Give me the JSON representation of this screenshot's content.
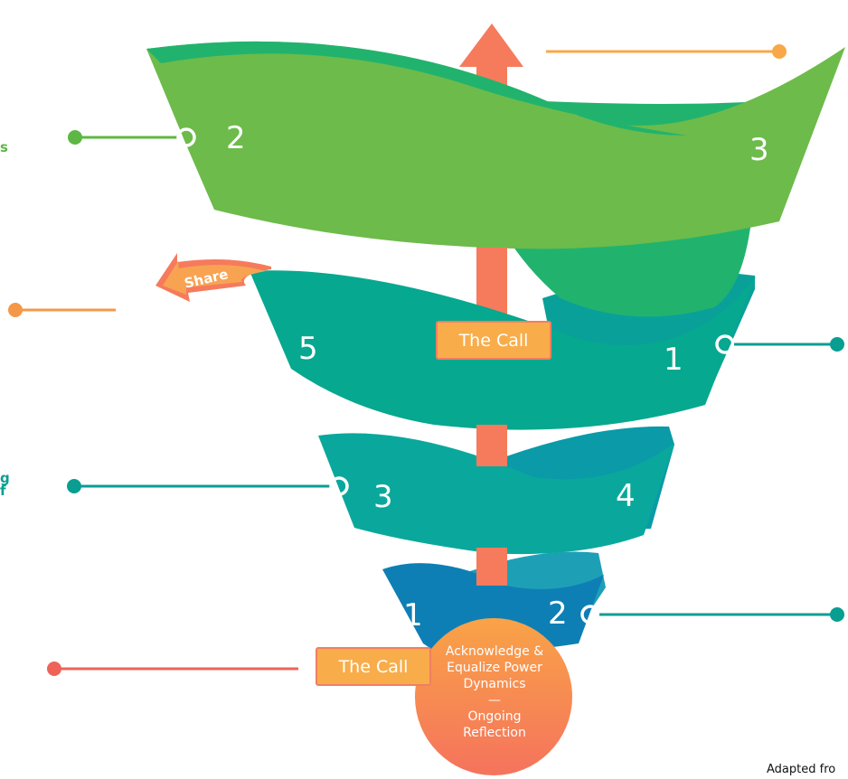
{
  "colors": {
    "tier1_front": "#6dbb4b",
    "tier1_back": "#21b36e",
    "tier2_front": "#06a88f",
    "tier2_back": "#0aa09a",
    "tier3_front": "#0aa89c",
    "tier3_back": "#0a9aa8",
    "tier4_front": "#0e7fb5",
    "tier4_back": "#1da0b6",
    "spine": "#f57b5c",
    "call_fill": "#f8ad4a",
    "call_border": "#f07e63",
    "circle_top": "#f9a347",
    "circle_bottom": "#f5735d",
    "green_pin": "#5cb843",
    "orange_pin": "#f49848",
    "teal_pin": "#089f92",
    "coral_pin": "#ee6358"
  },
  "tier1": {
    "left_number": "2",
    "right_number": "3"
  },
  "tier2": {
    "left_number": "5",
    "right_number": "1"
  },
  "tier3": {
    "left_number": "3",
    "right_number": "4"
  },
  "tier4": {
    "left_number": "1",
    "right_number": "2"
  },
  "share_label": "Share",
  "call_upper": "The Call",
  "call_lower": "The Call",
  "center_circle": {
    "line1": "Acknowledge &",
    "line2": "Equalize Power",
    "line3": "Dynamics",
    "line4": "—",
    "line5": "Ongoing",
    "line6": "Reflection"
  },
  "edge_fragments": {
    "top_left": "s",
    "mid_left_1": "g",
    "mid_left_2": "f"
  },
  "credit": "Adapted fro"
}
